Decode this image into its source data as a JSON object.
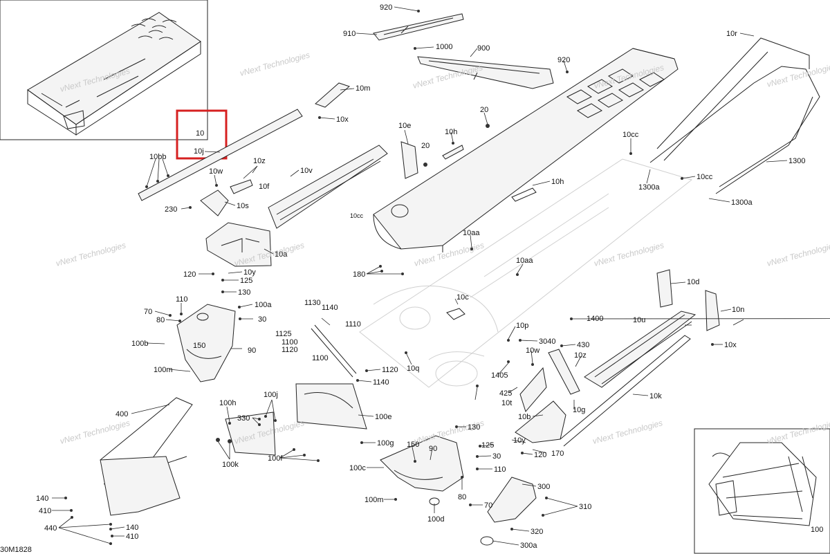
{
  "diagram": {
    "drawing_code": "30M1828",
    "watermark": "vNext Technologies",
    "highlight": {
      "color": "#d62020",
      "labels": [
        "10",
        "10j"
      ]
    },
    "inset_bottom_right_label": "100",
    "callouts": [
      "920",
      "910",
      "1000",
      "900",
      "920",
      "10r",
      "10m",
      "10x",
      "20",
      "10e",
      "10h",
      "20",
      "10cc",
      "10bb",
      "10w",
      "10z",
      "10f",
      "10v",
      "10h",
      "1300",
      "1300a",
      "10cc",
      "1300a",
      "230",
      "10s",
      "10cc",
      "10a",
      "10aa",
      "10y",
      "120",
      "125",
      "180",
      "10aa",
      "130",
      "110",
      "100a",
      "1130",
      "1140",
      "10c",
      "10d",
      "70",
      "80",
      "30",
      "1110",
      "1125",
      "1100",
      "1120",
      "1400",
      "10u",
      "10n",
      "100b",
      "150",
      "90",
      "1100",
      "10p",
      "3040",
      "430",
      "10x",
      "10q",
      "10w",
      "10z",
      "100m",
      "1120",
      "1140",
      "1405",
      "425",
      "10t",
      "10k",
      "100j",
      "100h",
      "100e",
      "330",
      "10b",
      "10g",
      "400",
      "130",
      "10y",
      "100g",
      "150",
      "125",
      "100k",
      "100f",
      "90",
      "30",
      "120",
      "170",
      "100c",
      "110",
      "100m",
      "80",
      "70",
      "300",
      "140",
      "310",
      "410",
      "100d",
      "440",
      "140",
      "320",
      "410",
      "300a"
    ]
  }
}
